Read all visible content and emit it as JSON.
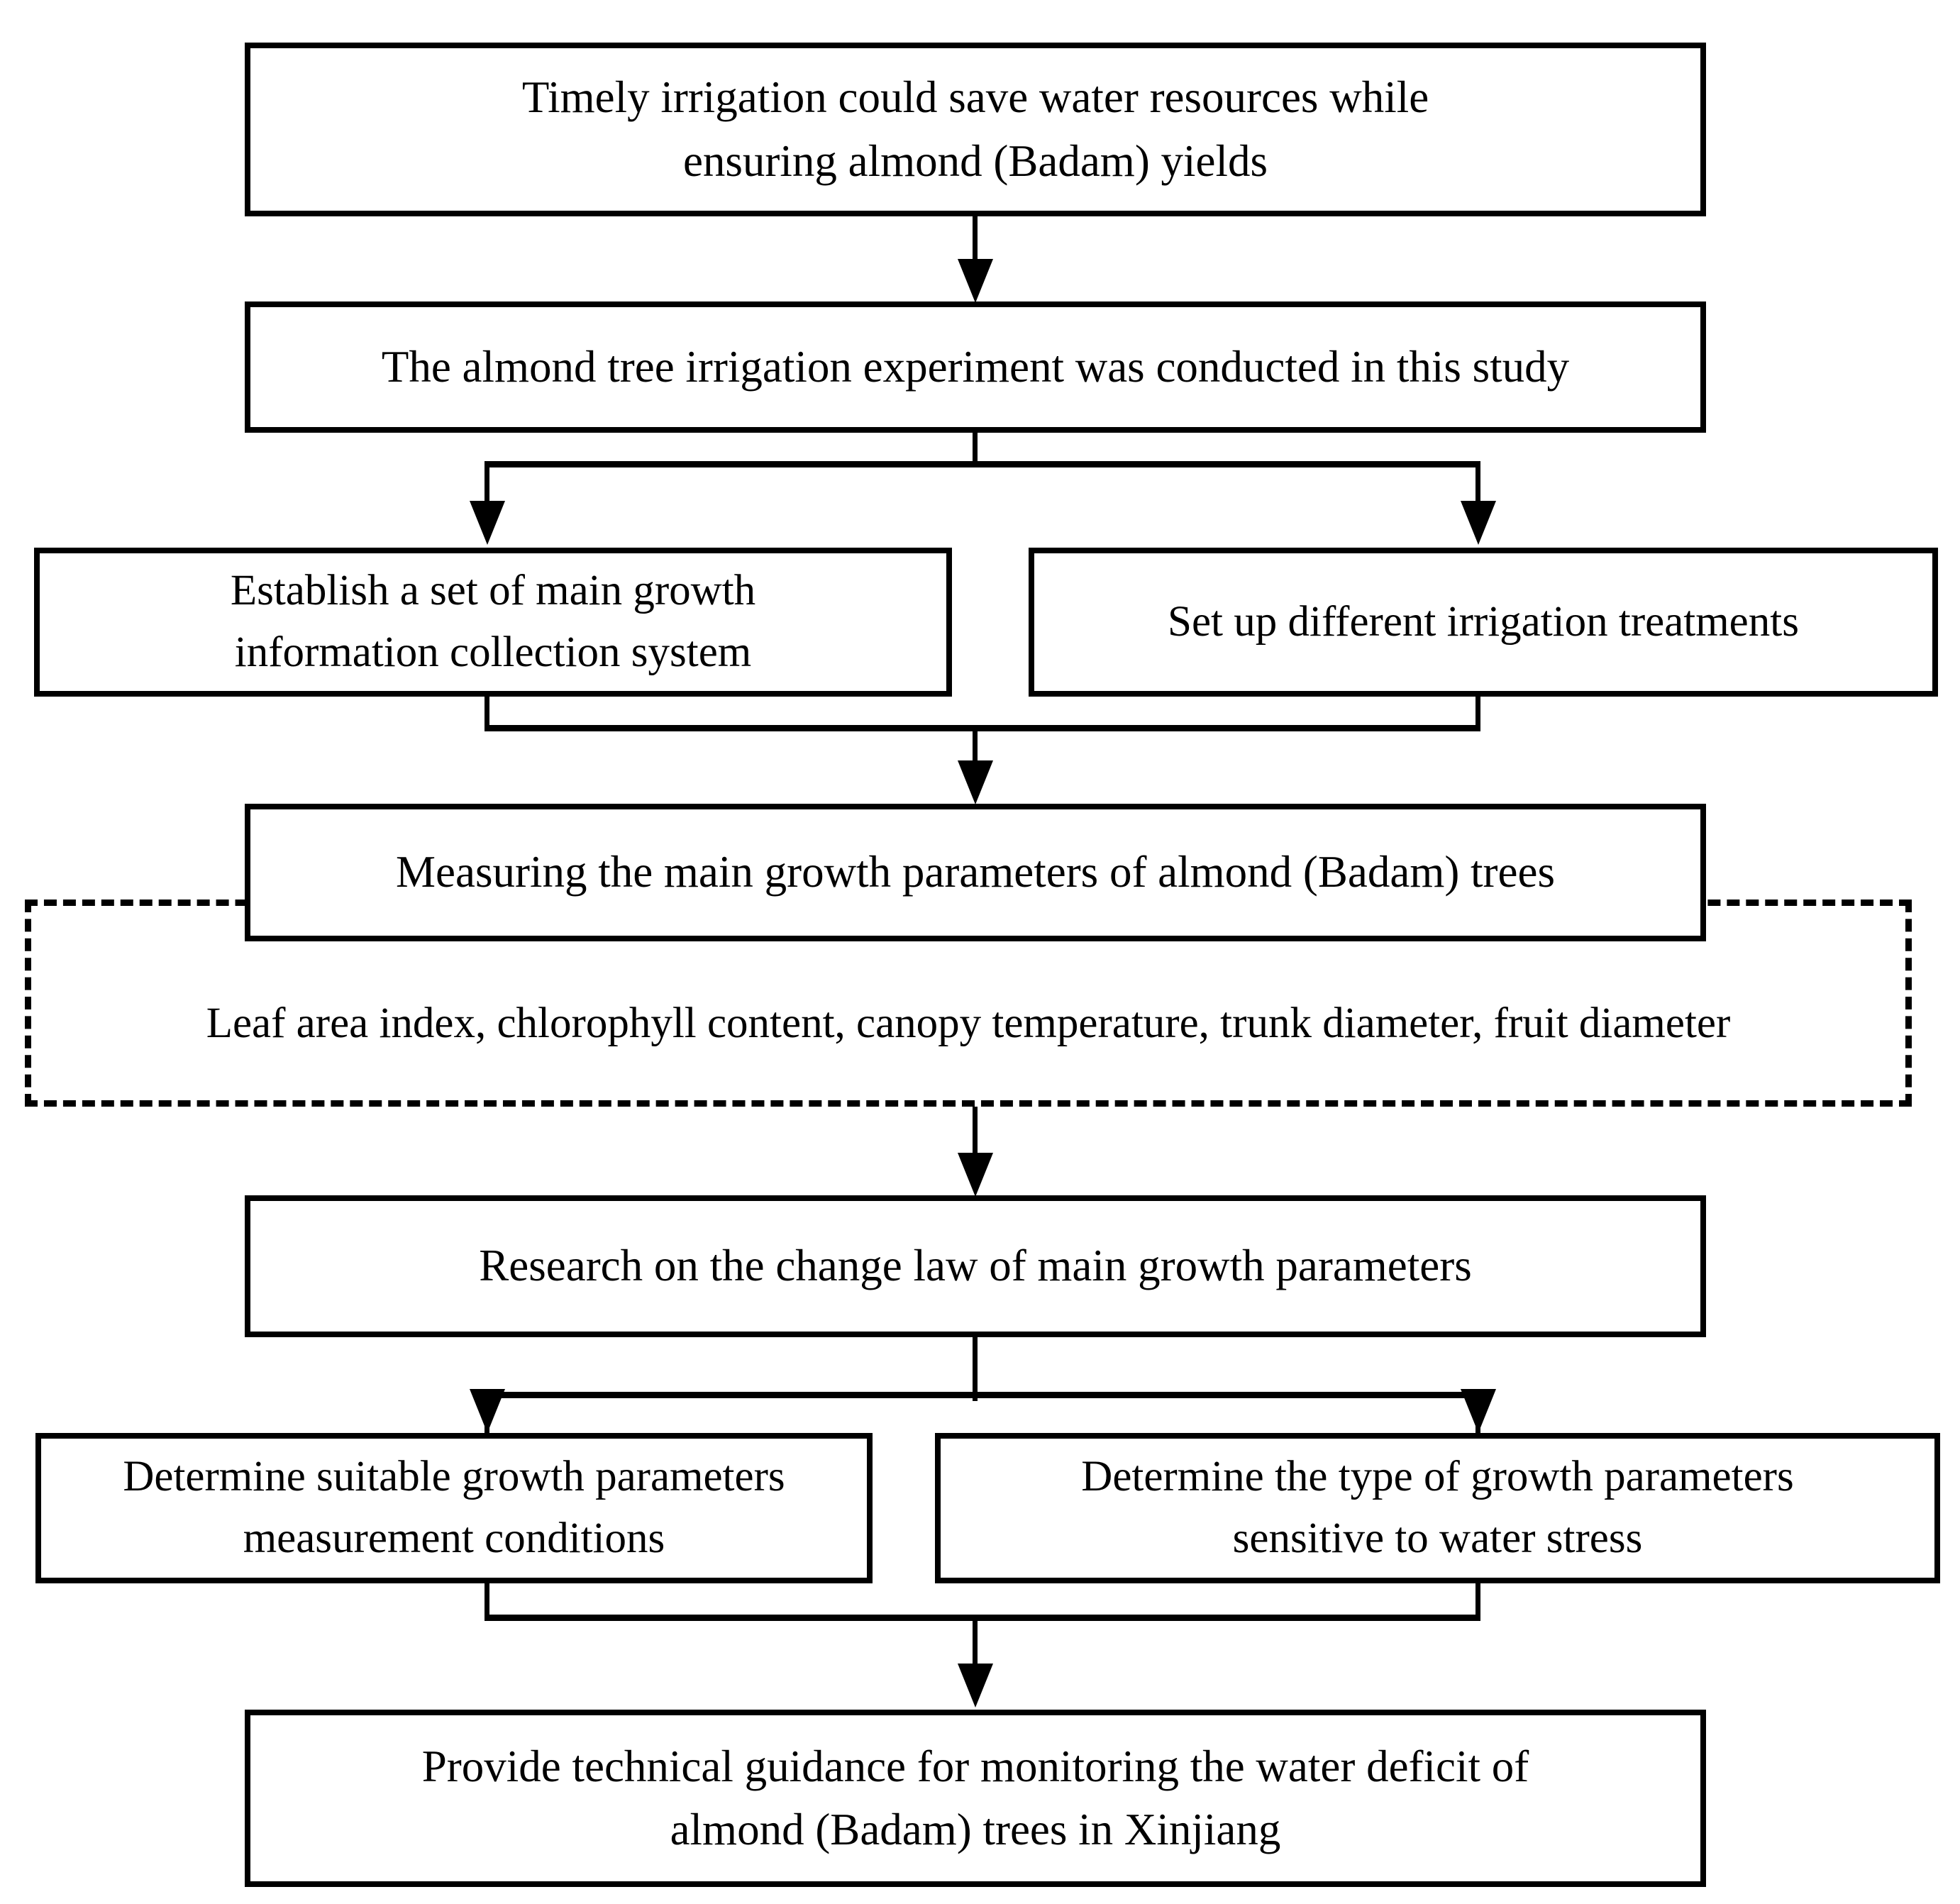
{
  "diagram": {
    "title": "Almond (Badam) irrigation study flowchart",
    "type": "flowchart",
    "orientation": "top-to-bottom",
    "stroke_color": "#000000",
    "background_color": "#ffffff",
    "nodes": [
      {
        "id": "n1",
        "label": "Timely irrigation could save water resources  while\nensuring almond (Badam) yields",
        "shape": "rectangle",
        "border": "solid"
      },
      {
        "id": "n2",
        "label": "The almond tree irrigation experiment was conducted in this study",
        "shape": "rectangle",
        "border": "solid"
      },
      {
        "id": "n3a",
        "label": "Establish a set of main growth\ninformation collection system",
        "shape": "rectangle",
        "border": "solid"
      },
      {
        "id": "n3b",
        "label": "Set up different irrigation treatments",
        "shape": "rectangle",
        "border": "solid"
      },
      {
        "id": "n4",
        "label": "Measuring the main growth parameters of almond (Badam) trees",
        "shape": "rectangle",
        "border": "solid"
      },
      {
        "id": "n4note",
        "label": "Leaf area index, chlorophyll content, canopy temperature, trunk diameter, fruit diameter",
        "shape": "rectangle",
        "border": "dashed"
      },
      {
        "id": "n5",
        "label": "Research on the change law of main growth parameters",
        "shape": "rectangle",
        "border": "solid"
      },
      {
        "id": "n6a",
        "label": "Determine suitable growth parameters\nmeasurement conditions",
        "shape": "rectangle",
        "border": "solid"
      },
      {
        "id": "n6b",
        "label": "Determine the type of growth parameters\nsensitive to water stress",
        "shape": "rectangle",
        "border": "solid"
      },
      {
        "id": "n7",
        "label": "Provide technical guidance for monitoring the water deficit  of\nalmond (Badam) trees in Xinjiang",
        "shape": "rectangle",
        "border": "solid"
      }
    ],
    "edges": [
      {
        "from": "n1",
        "to": "n2",
        "style": "arrow"
      },
      {
        "from": "n2",
        "to": "n3a",
        "style": "split-arrow"
      },
      {
        "from": "n2",
        "to": "n3b",
        "style": "split-arrow"
      },
      {
        "from": "n3a",
        "to": "n4",
        "style": "merge-arrow"
      },
      {
        "from": "n3b",
        "to": "n4",
        "style": "merge-arrow"
      },
      {
        "from": "n4note",
        "to": "n5",
        "style": "arrow"
      },
      {
        "from": "n5",
        "to": "n6a",
        "style": "split-arrow"
      },
      {
        "from": "n5",
        "to": "n6b",
        "style": "split-arrow"
      },
      {
        "from": "n6a",
        "to": "n7",
        "style": "merge-arrow"
      },
      {
        "from": "n6b",
        "to": "n7",
        "style": "merge-arrow"
      }
    ]
  }
}
